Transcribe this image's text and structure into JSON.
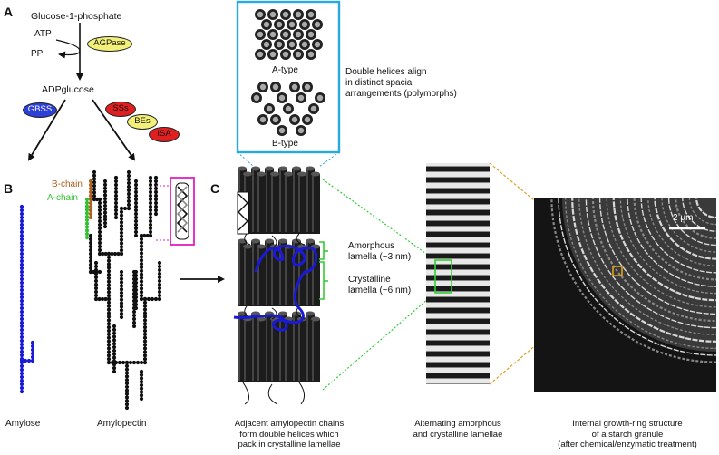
{
  "panels": {
    "a": "A",
    "b": "B",
    "c": "C"
  },
  "pathway": {
    "substrate": "Glucose-1-phosphate",
    "atp": "ATP",
    "ppi": "PPi",
    "enzyme_agpase": "AGPase",
    "product": "ADPglucose",
    "enzyme_gbss": "GBSS",
    "enzyme_sss": "SSs",
    "enzyme_bes": "BEs",
    "enzyme_isa": "ISA"
  },
  "chains": {
    "b_chain": "B-chain",
    "a_chain": "A-chain",
    "amylose": "Amylose",
    "amylopectin": "Amylopectin"
  },
  "polymorph": {
    "a_type": "A-type",
    "b_type": "B-type",
    "note_line1": "Double helices align",
    "note_line2": "in distinct spacial",
    "note_line3": "arrangements (polymorphs)"
  },
  "lamellae": {
    "amorphous_line1": "Amorphous",
    "amorphous_line2": "lamella (~3 nm)",
    "crystalline_line1": "Crystalline",
    "crystalline_line2": "lamella (~6 nm)"
  },
  "micrograph": {
    "scale_bar": "2 µm"
  },
  "captions": {
    "cluster_line1": "Adjacent amylopectin chains",
    "cluster_line2": "form double helices which",
    "cluster_line3": "pack in crystalline lamellae",
    "stripes_line1": "Alternating amorphous",
    "stripes_line2": "and crystalline lamellae",
    "granule_line1": "Internal growth-ring structure",
    "granule_line2": "of a starch granule",
    "granule_line3": "(after chemical/enzymatic treatment)"
  },
  "colors": {
    "agpase": "#f3f07a",
    "gbss": "#2c3fd6",
    "sss": "#e02020",
    "bes": "#f3f07a",
    "isa": "#e02020",
    "amylose_chain": "#1a1ad6",
    "b_chain": "#b0601c",
    "a_chain": "#33c033",
    "frame_blue": "#2aa8e0",
    "highlight_magenta": "#e020c0",
    "bracket_green": "#33cc33",
    "box_orange": "#e0a020"
  }
}
